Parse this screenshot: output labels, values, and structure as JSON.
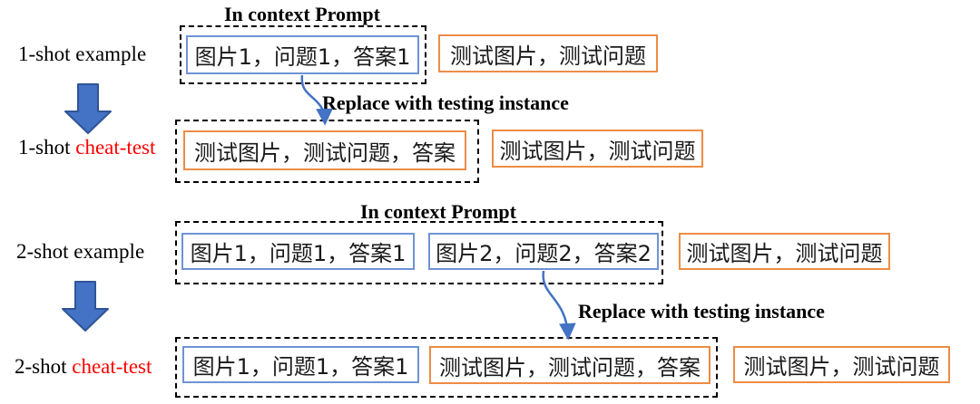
{
  "colors": {
    "example_border": "#6E93D6",
    "test_border": "#ED8C46",
    "arrow_fill": "#4472C4",
    "arrow_stroke": "#2F5597",
    "connector": "#4472C4",
    "cheat_text": "#FF0000",
    "text": "#1A1A1A"
  },
  "row1": {
    "label": "1-shot example",
    "prompt_title": "In context Prompt",
    "example_box": "图片1，问题1，答案1",
    "test_box": "测试图片，测试问题"
  },
  "transition1": "Replace with testing instance",
  "row2": {
    "label_prefix": "1-shot ",
    "label_highlight": "cheat-test",
    "cheat_box": "测试图片，测试问题，答案",
    "test_box": "测试图片，测试问题"
  },
  "row3": {
    "label": "2-shot example",
    "prompt_title": "In context Prompt",
    "example_box_1": "图片1，问题1，答案1",
    "example_box_2": "图片2，问题2，答案2",
    "test_box": "测试图片，测试问题"
  },
  "transition2": "Replace with testing instance",
  "row4": {
    "label_prefix": "2-shot ",
    "label_highlight": "cheat-test",
    "example_box": "图片1，问题1，答案1",
    "cheat_box": "测试图片，测试问题，答案",
    "test_box": "测试图片，测试问题"
  }
}
